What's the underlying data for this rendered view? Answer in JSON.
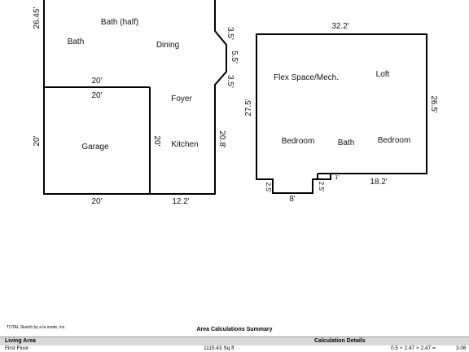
{
  "rooms": {
    "bath_half": "Bath (half)",
    "bath_left": "Bath",
    "dining": "Dining",
    "foyer": "Foyer",
    "garage": "Garage",
    "kitchen": "Kitchen",
    "flex": "Flex Space/Mech.",
    "loft": "Loft",
    "bedroom_left": "Bedroom",
    "bath_right": "Bath",
    "bedroom_right": "Bedroom"
  },
  "dimensions": {
    "left_height": "26.45'",
    "chamfer_top": "3.5'",
    "chamfer_mid": "5.5'",
    "chamfer_bot": "3.5'",
    "house_wall_20_top": "20'",
    "garage_top": "20'",
    "garage_left": "20'",
    "garage_inner": "20'",
    "kitchen_right": "20.8'",
    "garage_bottom": "20'",
    "kitchen_bottom": "12.2'",
    "upper_top": "32.2'",
    "upper_left": "27.5'",
    "upper_right": "26.5'",
    "upper_bottom_right": "18.2'",
    "notch_left": "2.5'",
    "notch_bottom": "8'",
    "notch_right": "2.5'",
    "notch_tiny": "1'"
  },
  "footer": {
    "software": "TOTAL Sketch by a la mode, inc.",
    "summary_title": "Area Calculations Summary",
    "col_living_area": "Living Area",
    "col_calc_details": "Calculation Details",
    "row_floor": "First Floor",
    "row_area": "1115.43 Sq ft",
    "row_calc": "0.5 × 2.47 × 2.47 =",
    "row_result": "3.06"
  }
}
